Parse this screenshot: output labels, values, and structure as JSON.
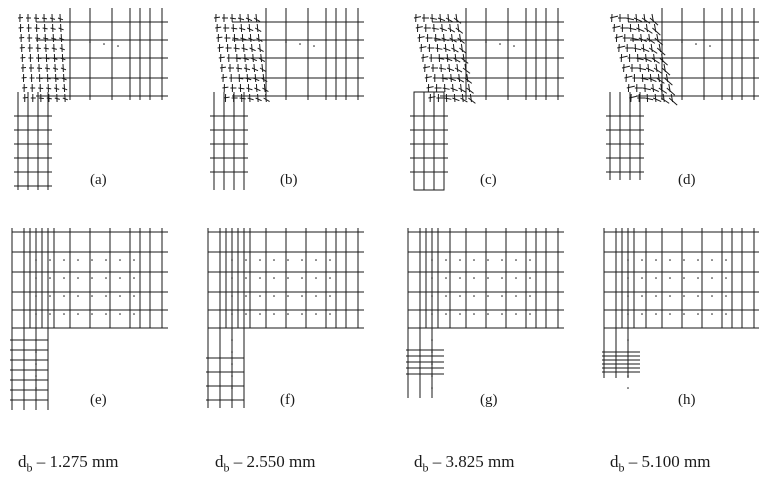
{
  "panels": [
    {
      "label": "(a)",
      "state": "deformed",
      "level": 1
    },
    {
      "label": "(b)",
      "state": "deformed",
      "level": 2
    },
    {
      "label": "(c)",
      "state": "deformed",
      "level": 3
    },
    {
      "label": "(d)",
      "state": "deformed",
      "level": 4
    },
    {
      "label": "(e)",
      "state": "rebar",
      "level": 1
    },
    {
      "label": "(f)",
      "state": "rebar",
      "level": 2
    },
    {
      "label": "(g)",
      "state": "rebar",
      "level": 3
    },
    {
      "label": "(h)",
      "state": "rebar",
      "level": 4
    }
  ],
  "captions": [
    {
      "symbol": "d",
      "subscript": "b",
      "text": " – 1.275 mm"
    },
    {
      "symbol": "d",
      "subscript": "b",
      "text": " – 2.550 mm"
    },
    {
      "symbol": "d",
      "subscript": "b",
      "text": " – 3.825 mm"
    },
    {
      "symbol": "d",
      "subscript": "b",
      "text": " – 5.100 mm"
    }
  ],
  "colors": {
    "ink": "#1a1a1a",
    "background": "#ffffff"
  }
}
